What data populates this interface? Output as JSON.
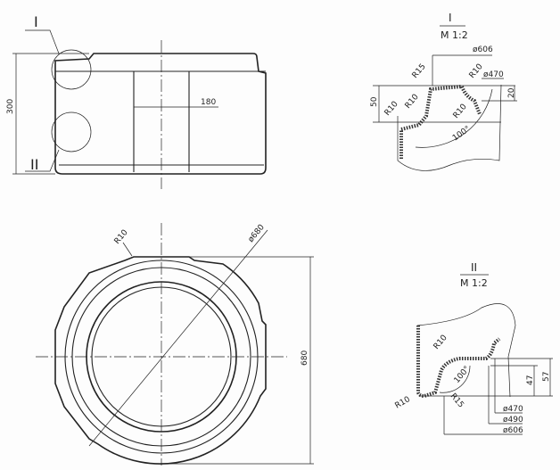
{
  "front_view": {
    "detail_label_1": "I",
    "detail_label_2": "II",
    "height_dim": "300",
    "inner_width_dim": "180"
  },
  "plan_view": {
    "radius_label": "R10",
    "diameter_label": "ø680",
    "overall_dim": "680"
  },
  "detail_1": {
    "title": "I",
    "scale": "M 1:2",
    "dims": [
      "ø606",
      "R15",
      "R10",
      "ø470",
      "50",
      "R10",
      "R10",
      "R10",
      "20",
      "100°"
    ]
  },
  "detail_2": {
    "title": "II",
    "scale": "M 1:2",
    "dims": [
      "R10",
      "100°",
      "47",
      "57",
      "R10",
      "R15",
      "ø470",
      "ø490",
      "ø606"
    ]
  }
}
